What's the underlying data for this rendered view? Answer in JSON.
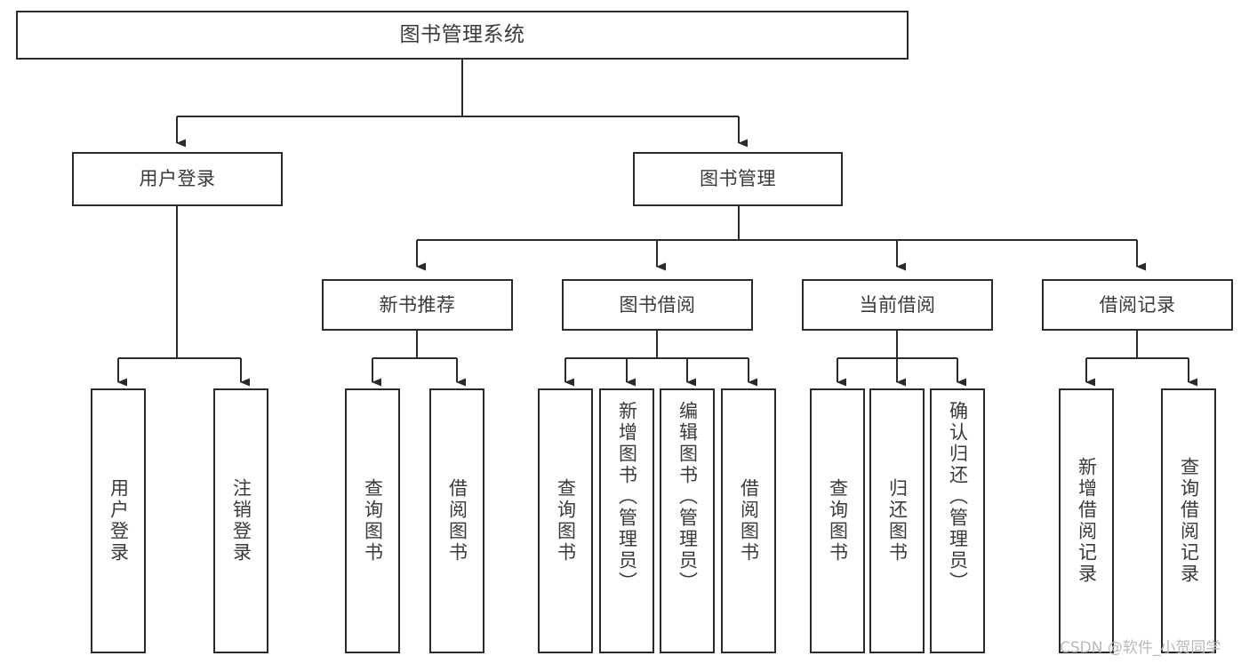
{
  "diagram": {
    "title": "图书管理系统",
    "type": "功能结构图",
    "root": {
      "id": "root",
      "label": "图书管理系统"
    },
    "level1": [
      {
        "id": "user-login",
        "label": "用户登录"
      },
      {
        "id": "book-management",
        "label": "图书管理"
      }
    ],
    "level2": [
      {
        "id": "new-book-recommend",
        "label": "新书推荐",
        "parent": "book-management"
      },
      {
        "id": "book-borrow",
        "label": "图书借阅",
        "parent": "book-management"
      },
      {
        "id": "current-borrow",
        "label": "当前借阅",
        "parent": "book-management"
      },
      {
        "id": "borrow-record",
        "label": "借阅记录",
        "parent": "book-management"
      }
    ],
    "leaves": [
      {
        "id": "leaf-user-login",
        "label": "用户登录",
        "parent": "user-login"
      },
      {
        "id": "leaf-user-logout",
        "label": "注销登录",
        "parent": "user-login"
      },
      {
        "id": "leaf-query-book-1",
        "label": "查询图书",
        "parent": "new-book-recommend"
      },
      {
        "id": "leaf-borrow-book-1",
        "label": "借阅图书",
        "parent": "new-book-recommend"
      },
      {
        "id": "leaf-query-book-2",
        "label": "查询图书",
        "parent": "book-borrow"
      },
      {
        "id": "leaf-add-book",
        "label": "新增图书（管理员）",
        "parent": "book-borrow"
      },
      {
        "id": "leaf-edit-book",
        "label": "编辑图书（管理员）",
        "parent": "book-borrow"
      },
      {
        "id": "leaf-borrow-book-2",
        "label": "借阅图书",
        "parent": "book-borrow"
      },
      {
        "id": "leaf-query-book-3",
        "label": "查询图书",
        "parent": "current-borrow"
      },
      {
        "id": "leaf-return-book",
        "label": "归还图书",
        "parent": "current-borrow"
      },
      {
        "id": "leaf-confirm-return",
        "label": "确认归还（管理员）",
        "parent": "current-borrow"
      },
      {
        "id": "leaf-add-record",
        "label": "新增借阅记录",
        "parent": "borrow-record"
      },
      {
        "id": "leaf-query-record",
        "label": "查询借阅记录",
        "parent": "borrow-record"
      }
    ],
    "colors": {
      "box_border": "#2b2b2b",
      "box_fill": "#ffffff",
      "text": "#3a3a3a",
      "connector": "#2b2b2b",
      "watermark": "#b9b9b9",
      "background": "#ffffff"
    }
  },
  "watermark": {
    "text": "CSDN @软件_小贺同学"
  }
}
